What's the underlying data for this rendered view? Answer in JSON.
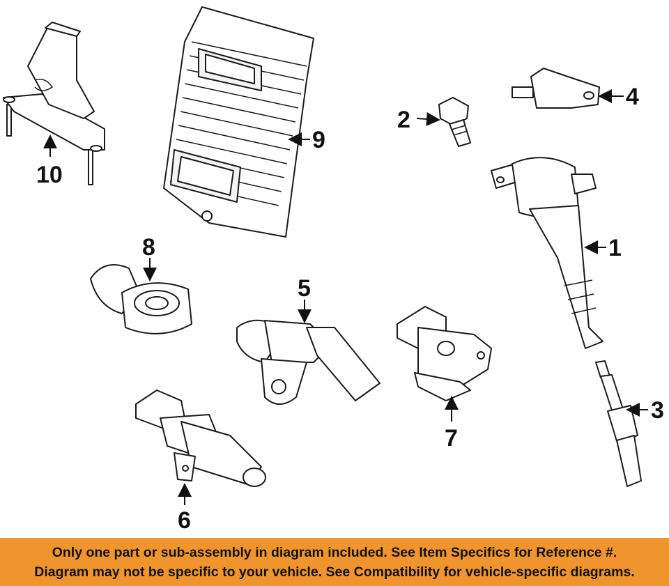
{
  "callouts": {
    "c1": "1",
    "c2": "2",
    "c3": "3",
    "c4": "4",
    "c5": "5",
    "c6": "6",
    "c7": "7",
    "c8": "8",
    "c9": "9",
    "c10": "10"
  },
  "colors": {
    "banner": "#f0952e",
    "ink": "#111111"
  },
  "notice": {
    "line1": "Only one part or sub-assembly in diagram included. See Item Specifics for Reference #.",
    "line2": "Diagram may not be specific to your vehicle. See Compatibility for vehicle-specific diagrams."
  }
}
